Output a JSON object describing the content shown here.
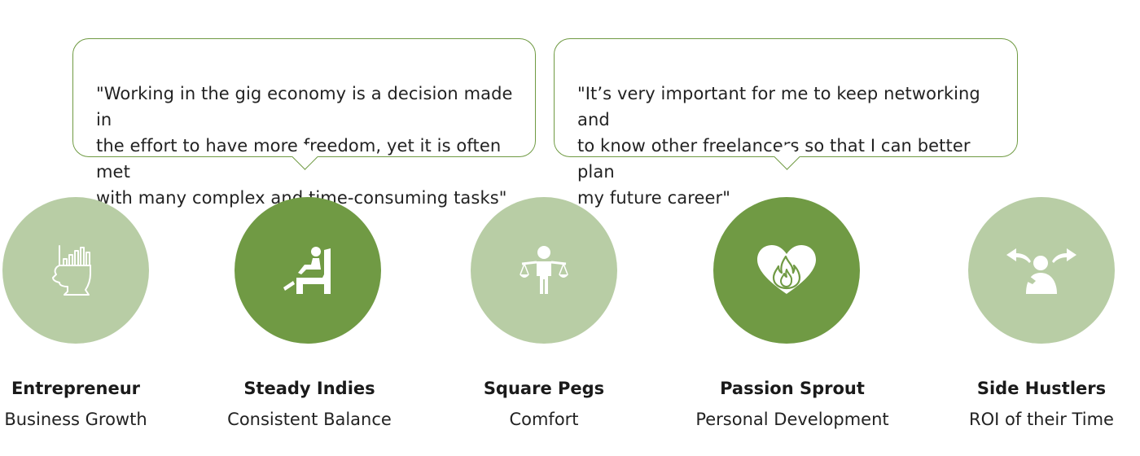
{
  "quotes": [
    {
      "text": "\"Working in the gig economy is a decision made in\nthe effort to have more freedom, yet it is often met\nwith many complex and time-consuming tasks\""
    },
    {
      "text": "\"It’s very important for me to keep networking and\nto know other freelancers so that I  can better plan\nmy future career\""
    }
  ],
  "personas": [
    {
      "name": "Entrepreneur",
      "trait": "Business Growth",
      "icon": "head-chart-icon",
      "circle_color": "#b8cda5"
    },
    {
      "name": "Steady Indies",
      "trait": "Consistent Balance",
      "icon": "person-seated-icon",
      "circle_color": "#709a44"
    },
    {
      "name": "Square Pegs",
      "trait": "Comfort",
      "icon": "person-balance-scale-icon",
      "circle_color": "#b8cda5"
    },
    {
      "name": "Passion Sprout",
      "trait": "Personal Development",
      "icon": "heart-flame-icon",
      "circle_color": "#709a44"
    },
    {
      "name": "Side Hustlers",
      "trait": "ROI of their Time",
      "icon": "person-crossroads-icon",
      "circle_color": "#b8cda5"
    }
  ],
  "colors": {
    "accent_dark": "#709a44",
    "accent_light": "#b8cda5",
    "bubble_border": "#6f9a42"
  }
}
